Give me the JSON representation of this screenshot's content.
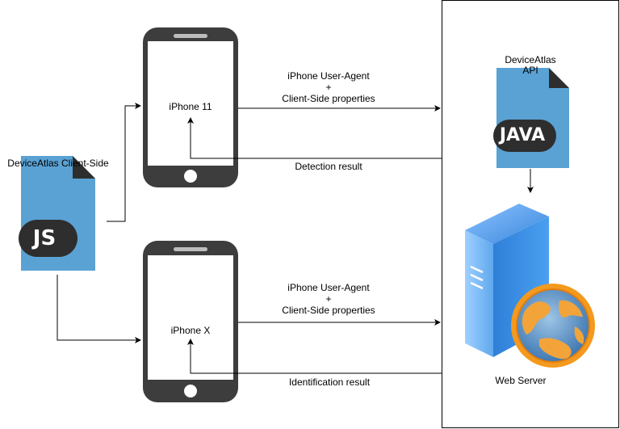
{
  "client_side": {
    "title": "DeviceAtlas Client-Side",
    "badge": "JS"
  },
  "phone_top": {
    "label": "iPhone 11"
  },
  "phone_bottom": {
    "label": "iPhone X"
  },
  "request_top": {
    "line1": "iPhone User-Agent",
    "plus": "+",
    "line2": "Client-Side properties"
  },
  "response_top": {
    "label": "Detection result"
  },
  "request_bottom": {
    "line1": "iPhone User-Agent",
    "plus": "+",
    "line2": "Client-Side properties"
  },
  "response_bottom": {
    "label": "Identification result"
  },
  "api": {
    "title_line1": "DeviceAtlas",
    "title_line2": "API",
    "badge": "JAVA"
  },
  "server": {
    "label": "Web Server"
  },
  "colors": {
    "file_blue": "#5aa2d4",
    "phone_dark": "#3d3d3d",
    "server_blue": "#3f8fe0",
    "globe_orange": "#f39a1e"
  }
}
